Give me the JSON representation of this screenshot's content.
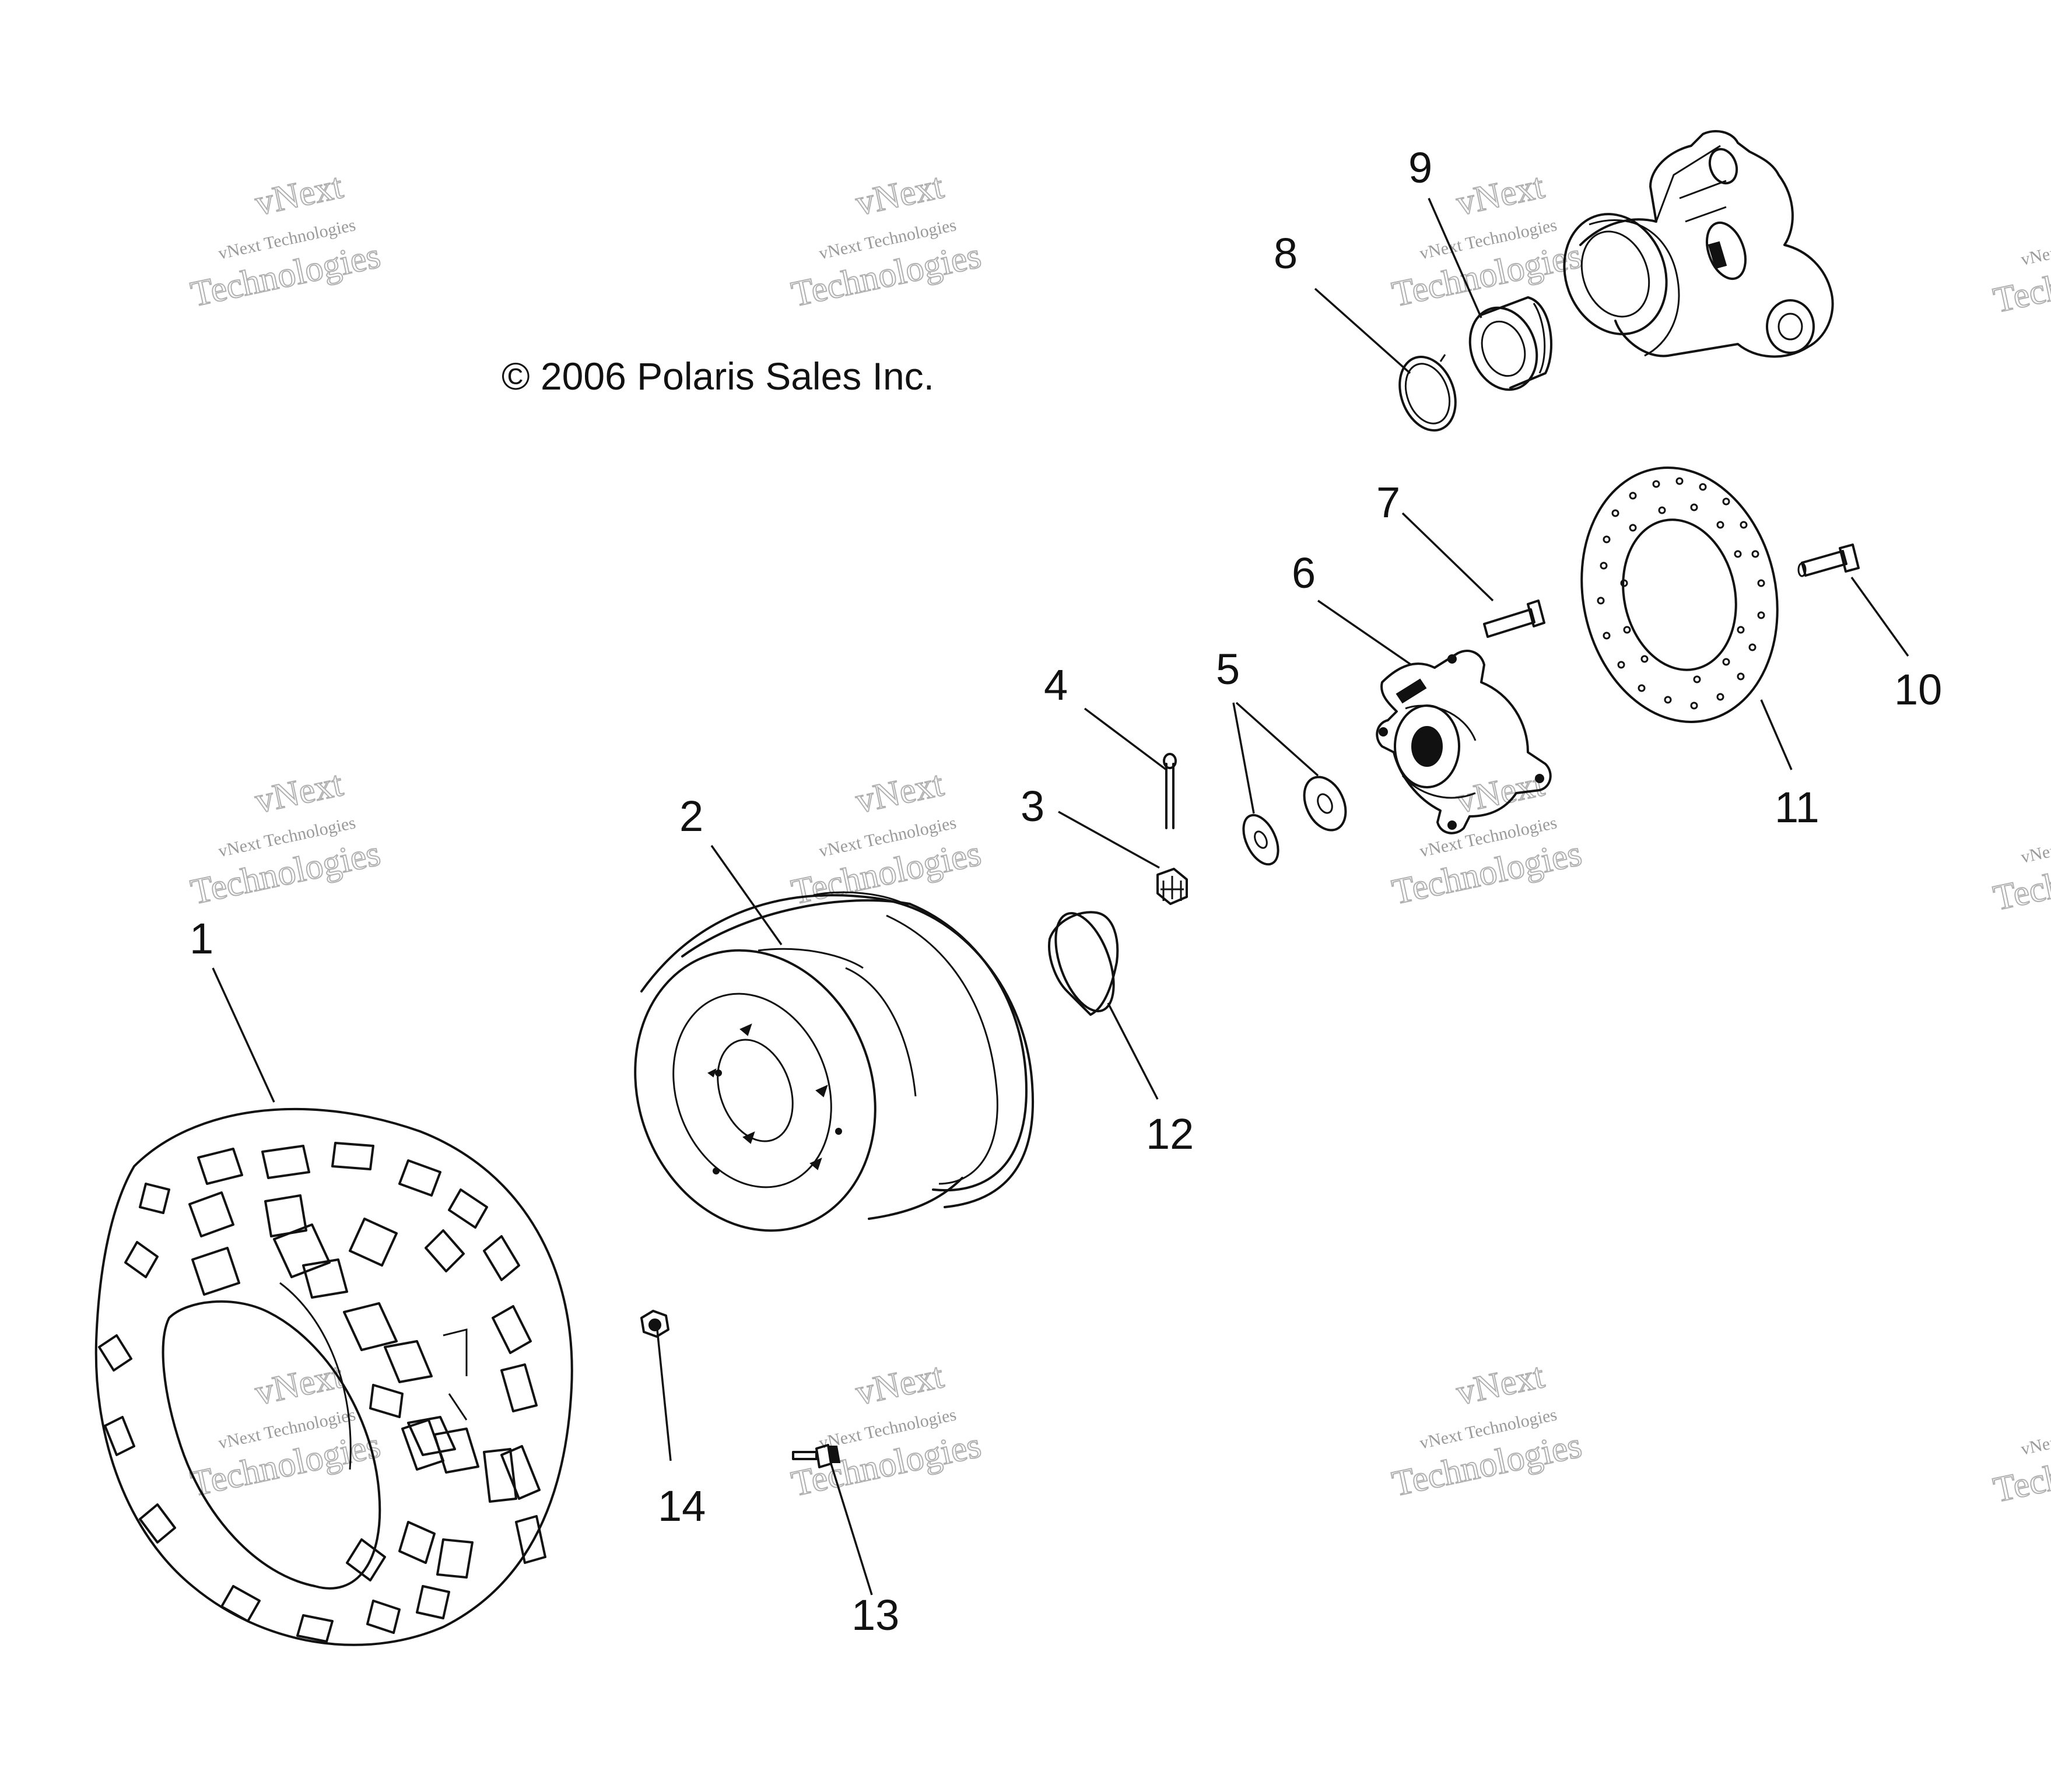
{
  "copyright": "© 2006 Polaris Sales Inc.",
  "watermark": {
    "line1": "vNext Technologies",
    "line2": "vNext",
    "line3": "Technologies"
  },
  "callouts": [
    {
      "id": 1,
      "label": "1",
      "part": "tire"
    },
    {
      "id": 2,
      "label": "2",
      "part": "wheel-rim"
    },
    {
      "id": 3,
      "label": "3",
      "part": "castle-nut"
    },
    {
      "id": 4,
      "label": "4",
      "part": "cotter-pin"
    },
    {
      "id": 5,
      "label": "5",
      "part": "washers"
    },
    {
      "id": 6,
      "label": "6",
      "part": "wheel-hub"
    },
    {
      "id": 7,
      "label": "7",
      "part": "hub-stud"
    },
    {
      "id": 8,
      "label": "8",
      "part": "retaining-ring"
    },
    {
      "id": 9,
      "label": "9",
      "part": "bearing"
    },
    {
      "id": 10,
      "label": "10",
      "part": "disc-bolt"
    },
    {
      "id": 11,
      "label": "11",
      "part": "brake-disc"
    },
    {
      "id": 12,
      "label": "12",
      "part": "hub-cap"
    },
    {
      "id": 13,
      "label": "13",
      "part": "valve-stem"
    },
    {
      "id": 14,
      "label": "14",
      "part": "lug-nut"
    }
  ],
  "colors": {
    "line": "#111111",
    "background": "#ffffff",
    "watermark": "#9a9a9a"
  }
}
